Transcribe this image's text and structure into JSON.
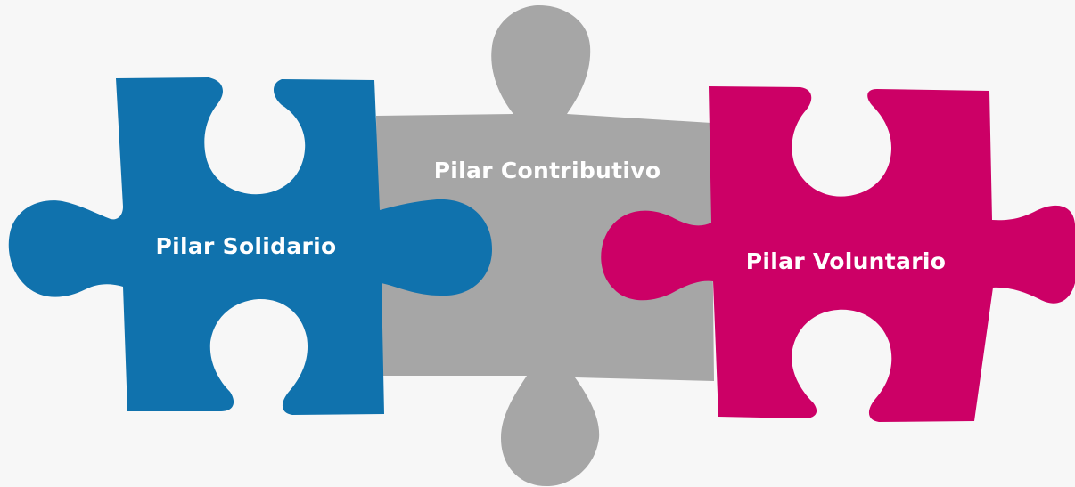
{
  "pieces": {
    "solidario": {
      "label": "Pilar Solidario",
      "color": "#1072ad"
    },
    "contributivo": {
      "label": "Pilar Contributivo",
      "color": "#a6a6a6"
    },
    "voluntario": {
      "label": "Pilar Voluntario",
      "color": "#cc0066"
    }
  },
  "background": "#f7f7f7"
}
